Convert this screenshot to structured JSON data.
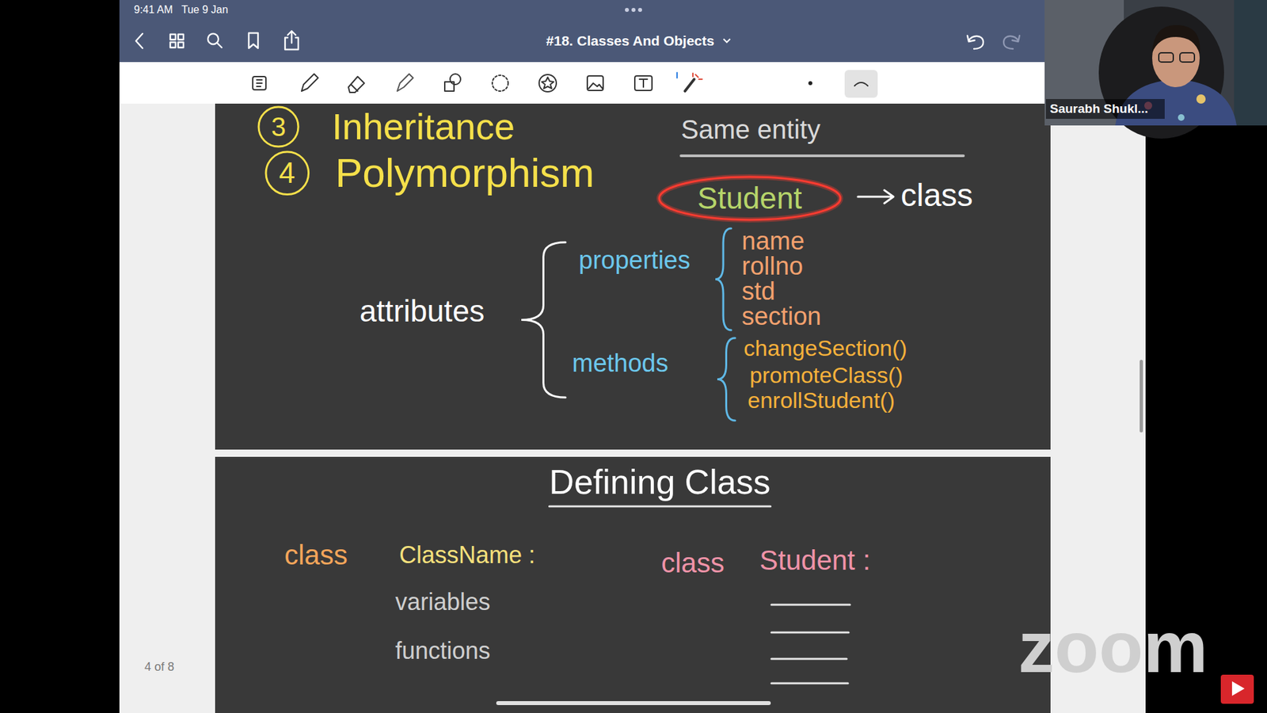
{
  "diagram": {
    "nodes": [
      {
        "text": [
          "3"
        ]
      },
      {
        "text": [
          "4"
        ]
      },
      {
        "text": [
          "Student"
        ]
      }
    ],
    "labels": [
      "9:41 AM",
      "Tue 9 Jan",
      "#18. Classes And Objects",
      "Saurabh Shukl...",
      "Inheritance",
      "Polymorphism",
      "Same entity",
      "class",
      "attributes",
      "properties",
      "name",
      "rollno",
      "std",
      "section",
      "methods",
      "changeSection()",
      "promoteClass()",
      "enrollStudent()",
      "Defining Class",
      "class",
      "ClassName :",
      "variables",
      "functions",
      "class",
      "Student :",
      "4 of 8",
      "zoom"
    ]
  }
}
